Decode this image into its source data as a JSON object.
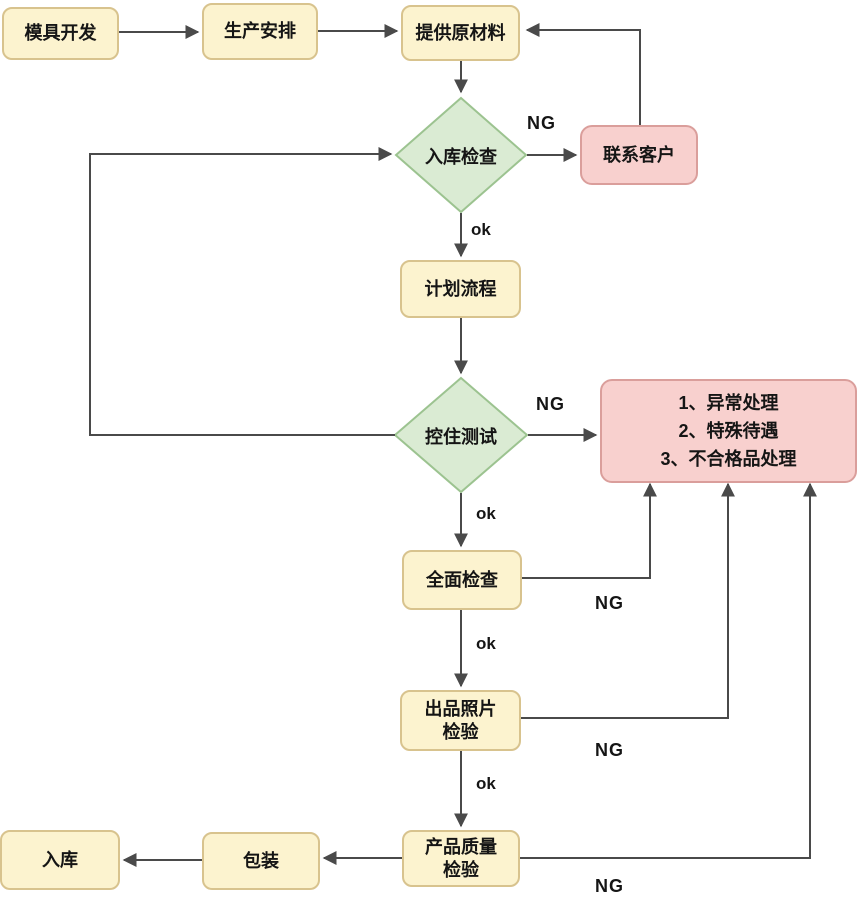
{
  "diagram": {
    "type": "flowchart",
    "background": "#ffffff",
    "colors": {
      "background": "#ffffff",
      "line": "#4a4a4a",
      "text": "#151515",
      "process_fill": "#fcf3cf",
      "process_border": "#d8c38e",
      "decision_fill": "#daebd3",
      "decision_border": "#9cc390",
      "alert_fill": "#f8d0ce",
      "alert_border": "#da9e9b"
    },
    "nodes": {
      "mold_dev": {
        "label": "模具开发",
        "type": "process"
      },
      "prod_arrange": {
        "label": "生产安排",
        "type": "process"
      },
      "raw_material": {
        "label": "提供原材料",
        "type": "process"
      },
      "incoming_check": {
        "label": "入库检查",
        "type": "decision"
      },
      "contact_customer": {
        "label": "联系客户",
        "type": "alert"
      },
      "plan_process": {
        "label": "计划流程",
        "type": "process"
      },
      "control_test": {
        "label": "控住测试",
        "type": "decision"
      },
      "exception": {
        "type": "alert",
        "lines": [
          "1、异常处理",
          "2、特殊待遇",
          "3、不合格品处理"
        ]
      },
      "full_inspection": {
        "label": "全面检查",
        "type": "process"
      },
      "photo_inspection": {
        "label": "出品照片\n检验",
        "type": "process"
      },
      "quality_inspection": {
        "label": "产品质量\n检验",
        "type": "process"
      },
      "packing": {
        "label": "包装",
        "type": "process"
      },
      "warehouse": {
        "label": "入库",
        "type": "process"
      }
    },
    "labels": {
      "ng": "NG",
      "ok": "ok"
    },
    "edges": [
      {
        "from": "mold_dev",
        "to": "prod_arrange"
      },
      {
        "from": "prod_arrange",
        "to": "raw_material"
      },
      {
        "from": "raw_material",
        "to": "incoming_check"
      },
      {
        "from": "incoming_check",
        "to": "contact_customer",
        "label": "NG"
      },
      {
        "from": "contact_customer",
        "to": "raw_material"
      },
      {
        "from": "incoming_check",
        "to": "plan_process",
        "label": "ok"
      },
      {
        "from": "plan_process",
        "to": "control_test"
      },
      {
        "from": "control_test",
        "to": "incoming_check"
      },
      {
        "from": "control_test",
        "to": "exception",
        "label": "NG"
      },
      {
        "from": "control_test",
        "to": "full_inspection",
        "label": "ok"
      },
      {
        "from": "full_inspection",
        "to": "exception",
        "label": "NG"
      },
      {
        "from": "full_inspection",
        "to": "photo_inspection",
        "label": "ok"
      },
      {
        "from": "photo_inspection",
        "to": "exception",
        "label": "NG"
      },
      {
        "from": "photo_inspection",
        "to": "quality_inspection",
        "label": "ok"
      },
      {
        "from": "quality_inspection",
        "to": "exception",
        "label": "NG"
      },
      {
        "from": "quality_inspection",
        "to": "packing"
      },
      {
        "from": "packing",
        "to": "warehouse"
      }
    ]
  }
}
